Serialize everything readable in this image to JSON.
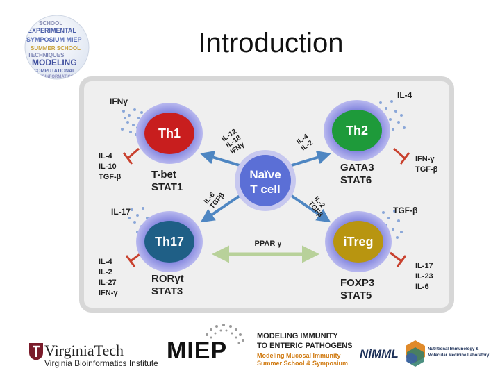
{
  "slide": {
    "title": "Introduction"
  },
  "logo_ball": {
    "words": [
      "SCHOOL",
      "EXPERIMENTAL",
      "SYMPOSIUM MIEP",
      "SUMMER SCHOOL",
      "TECHNIQUES",
      "MODELING",
      "COMPUTATIONAL",
      "BIOINFORMATICS"
    ]
  },
  "diagram": {
    "naive": {
      "line1": "Naïve",
      "line2": "T cell",
      "color": "#5b6fd6"
    },
    "cells": [
      {
        "id": "th1",
        "name": "Th1",
        "color": "#c81e1e",
        "cytokine": "IFNγ",
        "inhibitors": [
          "IL-4",
          "IL-10",
          "TGF-β"
        ],
        "factors": [
          "T-bet",
          "STAT1"
        ],
        "inducers": [
          "IL-12",
          "IL-18",
          "IFNγ"
        ]
      },
      {
        "id": "th2",
        "name": "Th2",
        "color": "#1e9a3a",
        "cytokine": "IL-4",
        "inhibitors": [
          "IFN-γ",
          "TGF-β"
        ],
        "factors": [
          "GATA3",
          "STAT6"
        ],
        "inducers": [
          "IL-4",
          "IL-2"
        ]
      },
      {
        "id": "th17",
        "name": "Th17",
        "color": "#1f5f86",
        "cytokine": "IL-17",
        "inhibitors": [
          "IL-4",
          "IL-2",
          "IL-27",
          "IFN-γ"
        ],
        "factors": [
          "RORγt",
          "STAT3"
        ],
        "inducers": [
          "IL-6",
          "TGFβ"
        ]
      },
      {
        "id": "itreg",
        "name": "iTreg",
        "color": "#b89510",
        "cytokine": "TGF-β",
        "inhibitors": [
          "IL-17",
          "IL-23",
          "IL-6"
        ],
        "factors": [
          "FOXP3",
          "STAT5"
        ],
        "inducers": [
          "IL-2",
          "TGFβ"
        ]
      }
    ],
    "ppar": "PPAR γ"
  },
  "footer": {
    "vt_name": "VirginiaTech",
    "vt_sub": "Virginia Bioinformatics Institute",
    "miep": "MIEP",
    "miep_lines": [
      "MODELING IMMUNITY",
      "TO ENTERIC PATHOGENS",
      "Modeling Mucosal Immunity",
      "Summer School & Symposium"
    ],
    "nimml": "NiMML",
    "nimml_lines": [
      "Nutritional Immunology &",
      "Molecular Medicine Laboratory"
    ]
  }
}
